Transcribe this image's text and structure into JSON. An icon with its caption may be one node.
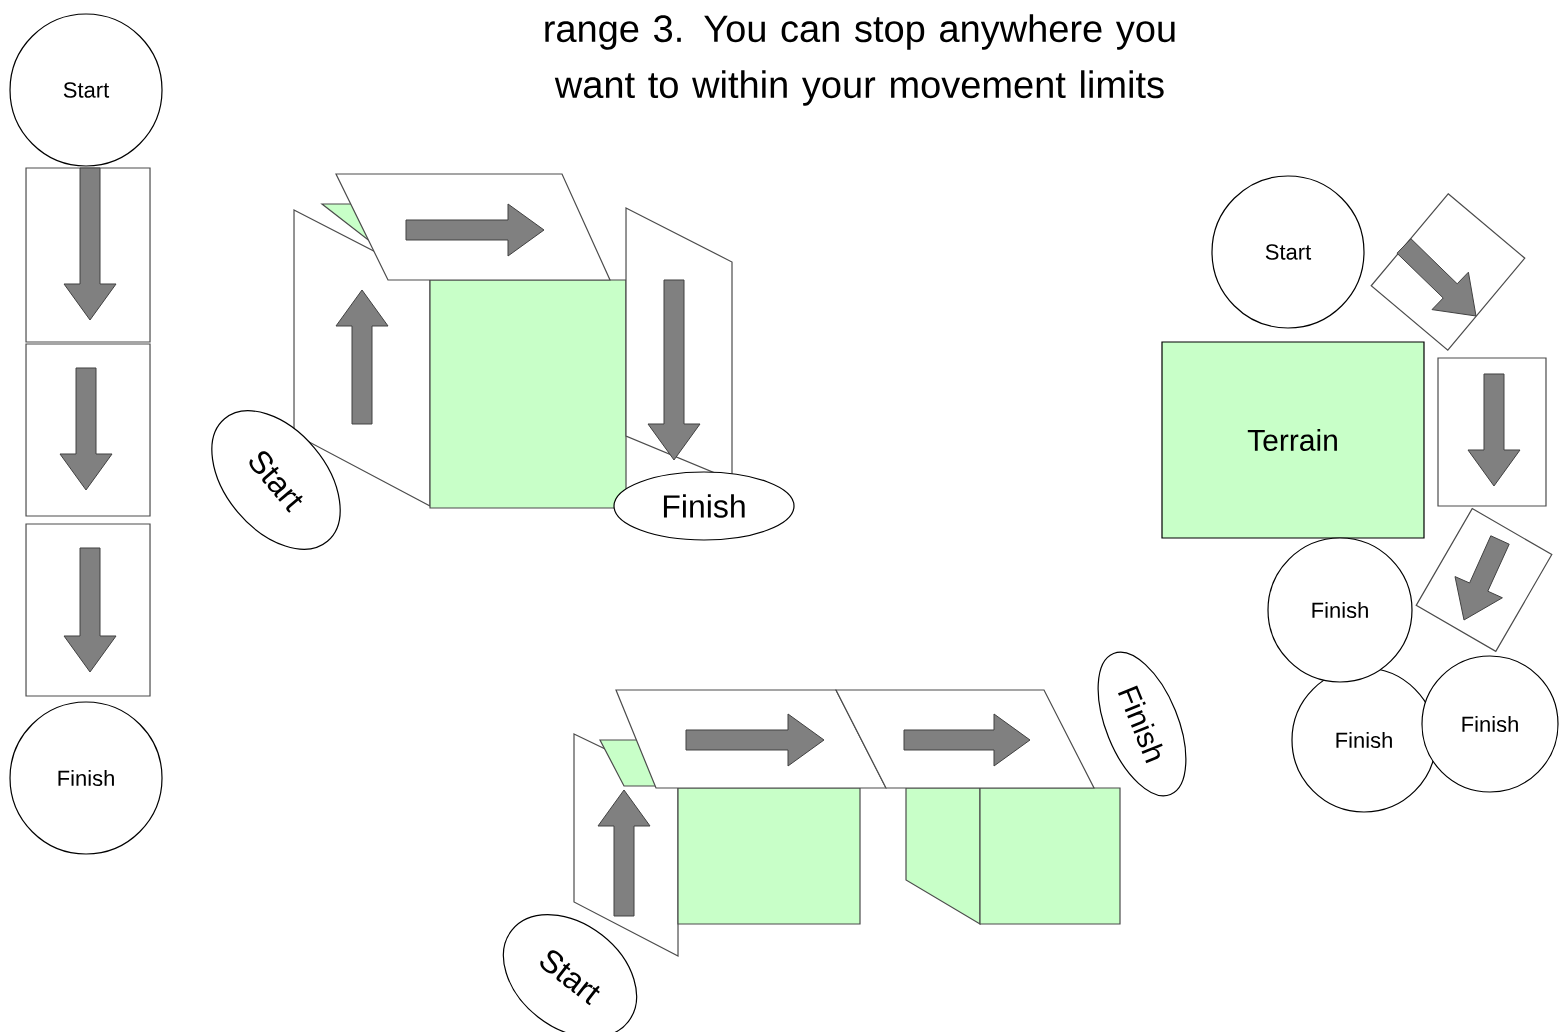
{
  "diagram": {
    "nodes": [
      {
        "text": [
          "Start"
        ]
      },
      {
        "text": [],
        "shape": "box"
      },
      {
        "text": [],
        "shape": "box"
      },
      {
        "text": [],
        "shape": "box"
      },
      {
        "text": [
          "Finish"
        ]
      },
      {
        "text": [],
        "shape": "box"
      },
      {
        "text": [],
        "shape": "box"
      },
      {
        "text": [],
        "shape": "box"
      },
      {
        "text": [
          "Start"
        ]
      },
      {
        "text": [
          "Finish"
        ]
      },
      {
        "text": [
          "Start"
        ]
      },
      {
        "text": [],
        "shape": "box"
      },
      {
        "text": [
          "Terrain"
        ]
      },
      {
        "text": [],
        "shape": "box"
      },
      {
        "text": [],
        "shape": "box"
      },
      {
        "text": [
          "Finish"
        ]
      },
      {
        "text": [
          "Finish"
        ]
      },
      {
        "text": [
          "Finish"
        ]
      },
      {
        "text": [],
        "shape": "box"
      },
      {
        "text": [],
        "shape": "box"
      },
      {
        "text": [],
        "shape": "box"
      },
      {
        "text": [
          "Finish"
        ]
      },
      {
        "text": [
          "Start"
        ]
      }
    ],
    "labels": [
      "range 3. You can stop anywhere you want to within your movement limits"
    ]
  }
}
